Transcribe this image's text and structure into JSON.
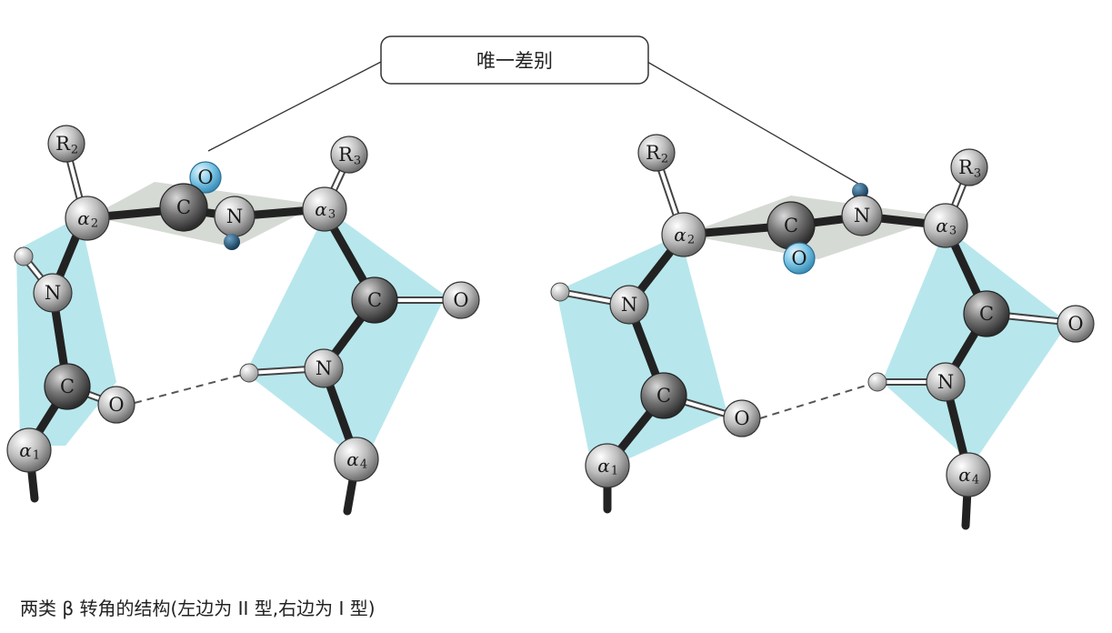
{
  "callout": {
    "label": "唯一差别"
  },
  "caption": "两类 β 转角的结构(左边为 II 型,右边为 I 型)",
  "atom_labels": {
    "N": "N",
    "C": "C",
    "O": "O",
    "R": "R",
    "alpha": "α",
    "sub_1": "1",
    "sub_2": "2",
    "sub_3": "3",
    "sub_4": "4"
  },
  "colors": {
    "plane_fill": "#9fdfe6",
    "peptide_plane": "#cfd3cc",
    "backbone": "#222222",
    "atom_gray": "#b8b8b8",
    "atom_dark": "#5a5a5a",
    "oxygen_highlight": "#7cc6e6",
    "hydrogen_dark": "#1f4d6e",
    "hbond": "#555555"
  }
}
